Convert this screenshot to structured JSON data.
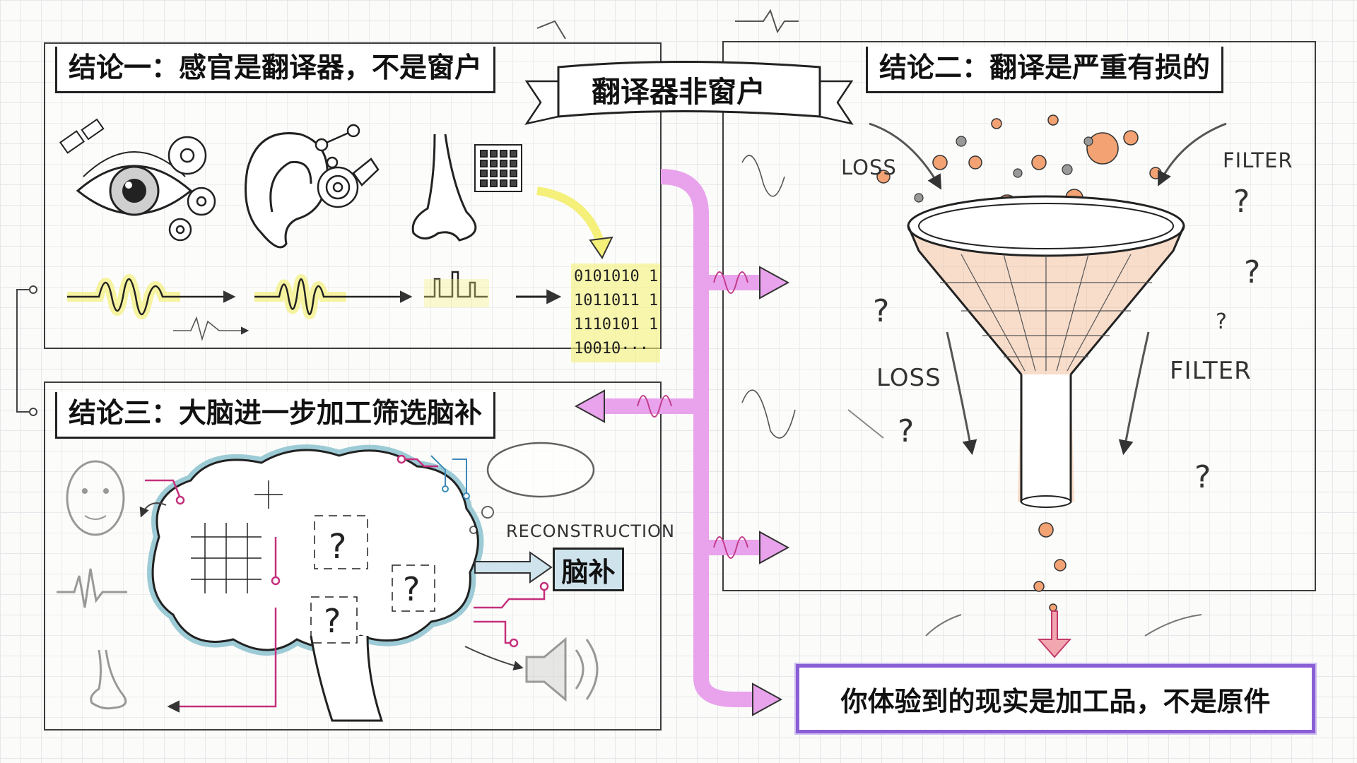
{
  "banner": {
    "title": "翻译器非窗户"
  },
  "panels": {
    "one": {
      "heading": "结论一：感官是翻译器，不是窗户"
    },
    "two": {
      "heading": "结论二：翻译是严重有损的"
    },
    "three": {
      "heading": "结论三：大脑进一步加工筛选脑补"
    }
  },
  "funnel_labels": {
    "loss_top": "LOSS",
    "filter_top": "FILTER",
    "loss_mid": "LOSS",
    "filter_mid": "FILTER"
  },
  "binary": {
    "text": "0101010 1\n1011011 1\n1110101 1\n10010···"
  },
  "brain": {
    "reconstruction_label": "RECONSTRUCTION",
    "naobu_label": "脑补"
  },
  "conclusion": {
    "text": "你体验到的现实是加工品，不是原件"
  },
  "colors": {
    "highlighter_yellow": "#f4f07a",
    "arrow_pink": "#e9a3ec",
    "funnel_orange": "#f2a273",
    "brain_blue": "#9ccbd6",
    "conclusion_purple": "#8a5fd6",
    "wire_magenta": "#c4307c"
  }
}
